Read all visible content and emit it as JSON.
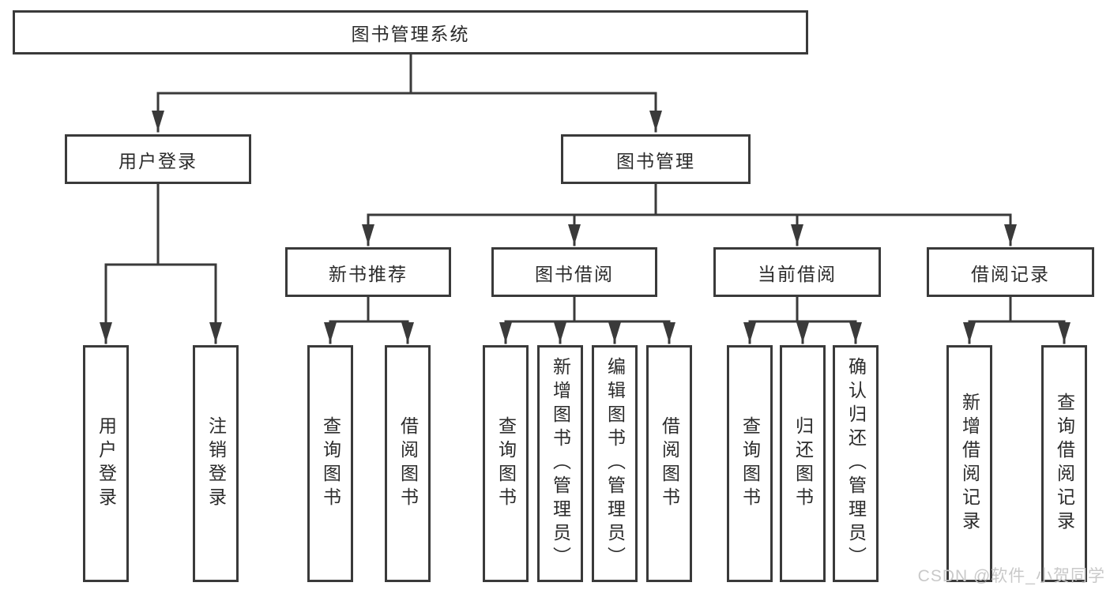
{
  "tree": {
    "label": "图书管理系统",
    "children": [
      {
        "label": "用户登录",
        "children": [
          {
            "label": "用户登录"
          },
          {
            "label": "注销登录"
          }
        ]
      },
      {
        "label": "图书管理",
        "children": [
          {
            "label": "新书推荐",
            "children": [
              {
                "label": "查询图书"
              },
              {
                "label": "借阅图书"
              }
            ]
          },
          {
            "label": "图书借阅",
            "children": [
              {
                "label": "查询图书"
              },
              {
                "label": "新增图书（管理员）"
              },
              {
                "label": "编辑图书（管理员）"
              },
              {
                "label": "借阅图书"
              }
            ]
          },
          {
            "label": "当前借阅",
            "children": [
              {
                "label": "查询图书"
              },
              {
                "label": "归还图书"
              },
              {
                "label": "确认归还（管理员）"
              }
            ]
          },
          {
            "label": "借阅记录",
            "children": [
              {
                "label": "新增借阅记录"
              },
              {
                "label": "查询借阅记录"
              }
            ]
          }
        ]
      }
    ]
  },
  "watermark": "CSDN @软件_小贺同学",
  "colors": {
    "line": "#3a3a3a",
    "text": "#2b2b2b",
    "watermark": "#c9c9c9",
    "background": "#ffffff"
  }
}
